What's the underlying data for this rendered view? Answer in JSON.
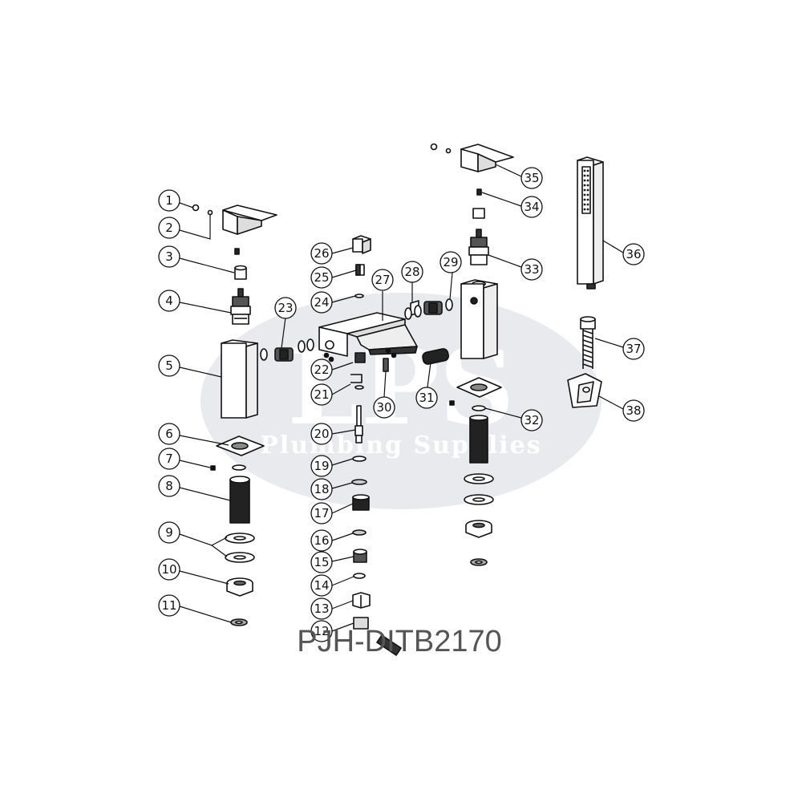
{
  "diagram": {
    "model_code": "PJH-DITB2170",
    "watermark": {
      "logo_text": "LPS",
      "tagline": "Plumbing Supplies"
    },
    "callouts": [
      "1",
      "2",
      "3",
      "4",
      "5",
      "6",
      "7",
      "8",
      "9",
      "10",
      "11",
      "12",
      "13",
      "14",
      "15",
      "16",
      "17",
      "18",
      "19",
      "20",
      "21",
      "22",
      "23",
      "24",
      "25",
      "26",
      "27",
      "28",
      "29",
      "30",
      "31",
      "32",
      "33",
      "34",
      "35",
      "36",
      "37",
      "38"
    ]
  }
}
